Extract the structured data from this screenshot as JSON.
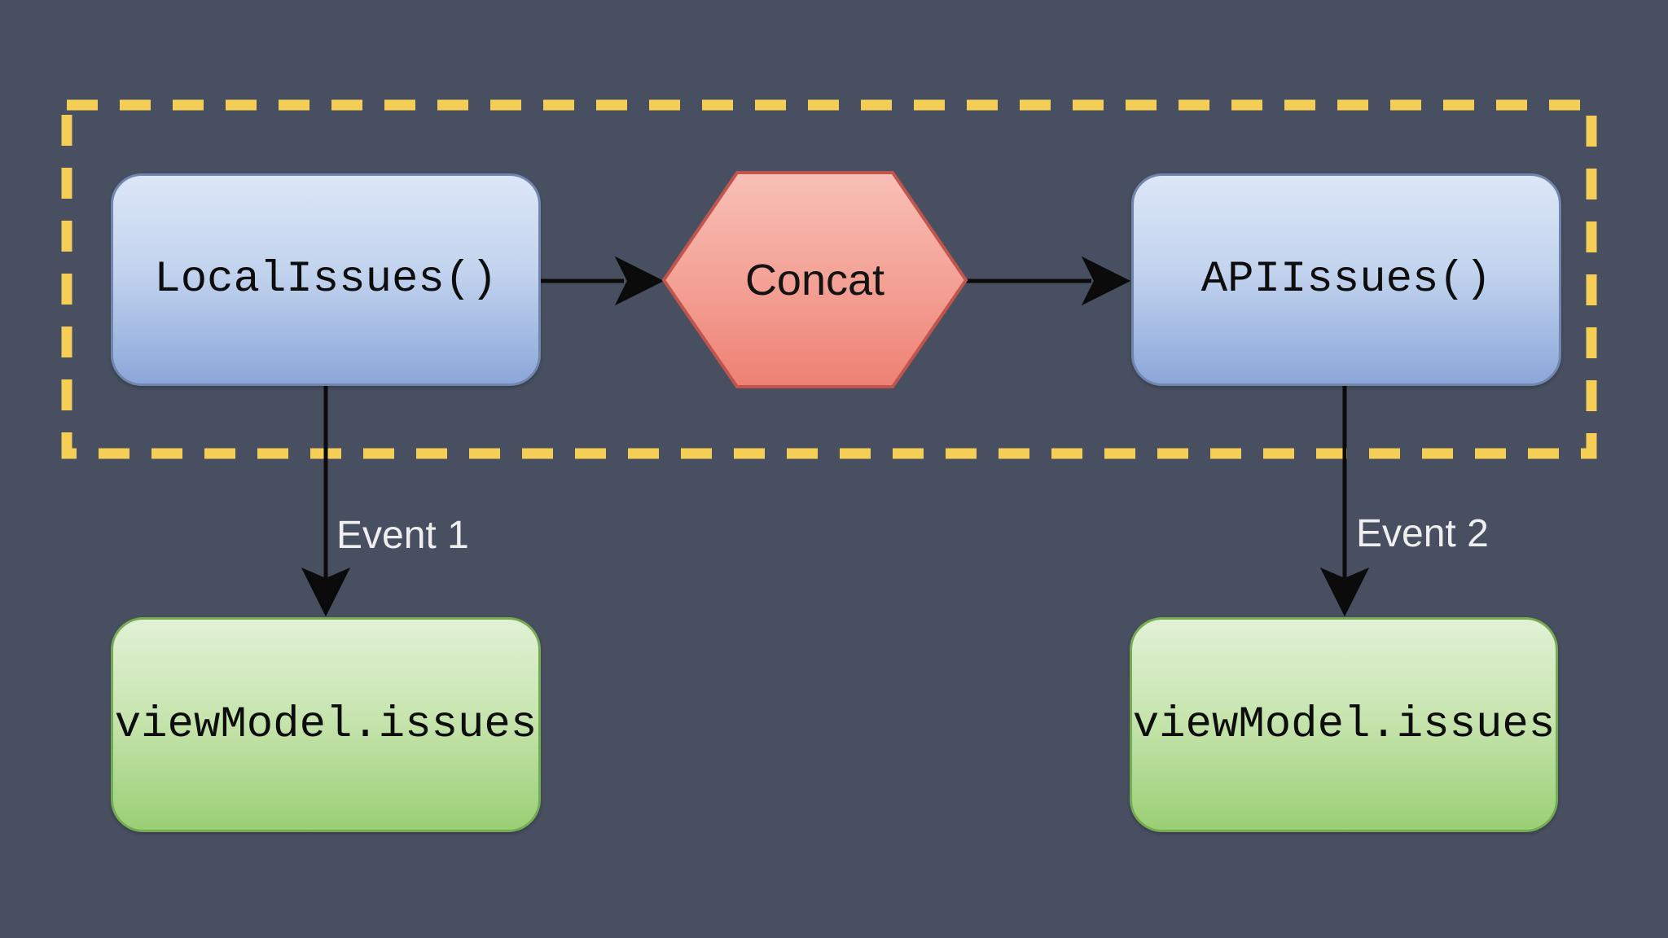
{
  "diagram": {
    "background_color": "#474F61",
    "arrow_color": "#0B0B0B",
    "group": {
      "border_color": "#F5CE55",
      "border_style": "dashed"
    },
    "nodes": {
      "local_issues": {
        "label": "LocalIssues()",
        "shape": "rounded-rectangle",
        "fill_top": "#DCE7F8",
        "fill_bottom": "#8BA7D9",
        "border_color": "#7286AD"
      },
      "concat": {
        "label": "Concat",
        "shape": "hexagon",
        "fill_top": "#F8C0B7",
        "fill_bottom": "#ED8174",
        "border_color": "#C1554E"
      },
      "api_issues": {
        "label": "APIIssues()",
        "shape": "rounded-rectangle",
        "fill_top": "#DCE7F8",
        "fill_bottom": "#8BA7D9",
        "border_color": "#7286AD"
      },
      "view_model_left": {
        "label": "viewModel.issues",
        "shape": "rounded-rectangle",
        "fill_top": "#E2F1D6",
        "fill_bottom": "#9ACF74",
        "border_color": "#76AB53"
      },
      "view_model_right": {
        "label": "viewModel.issues",
        "shape": "rounded-rectangle",
        "fill_top": "#E2F1D6",
        "fill_bottom": "#9ACF74",
        "border_color": "#76AB53"
      }
    },
    "edges": {
      "event1": {
        "label": "Event 1",
        "label_color": "#EFEFEF"
      },
      "event2": {
        "label": "Event 2",
        "label_color": "#EFEFEF"
      }
    }
  }
}
